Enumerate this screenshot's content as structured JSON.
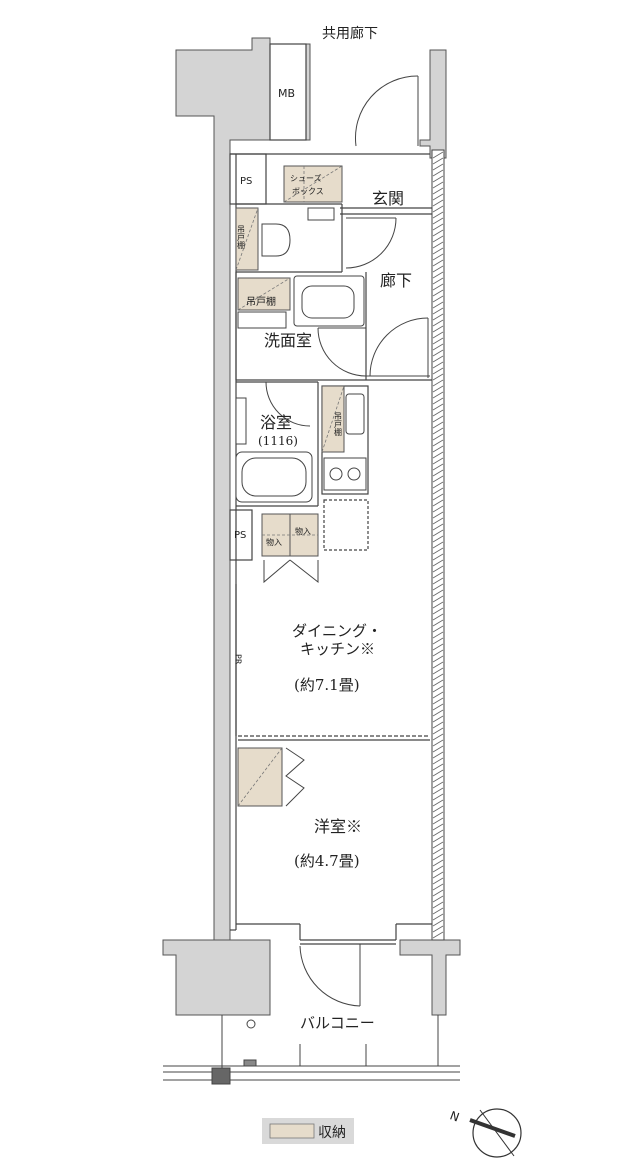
{
  "labels": {
    "corridor_common": "共用廊下",
    "mb": "MB",
    "ps_top": "PS",
    "shoe_box_line1": "シューズ",
    "shoe_box_line2": "ボックス",
    "entrance": "玄関",
    "hallway": "廊下",
    "hanging_shelf_toilet": "吊戸棚",
    "hanging_shelf_wash": "吊戸棚",
    "washroom": "洗面室",
    "bathroom": "浴室",
    "bath_size": "(1116)",
    "hanging_shelf_kitchen": "吊戸棚",
    "ps_mid": "PS",
    "storage_1": "物入",
    "storage_2": "物入",
    "pr": "PR",
    "dk_line1": "ダイニング・",
    "dk_line2": "キッチン※",
    "dk_area": "(約7.1畳)",
    "western_room": "洋室※",
    "western_area": "(約4.7畳)",
    "balcony": "バルコニー",
    "legend_storage": "収納",
    "north": "N"
  },
  "colors": {
    "wall_fill": "#d4d4d4",
    "wall_stroke": "#555555",
    "storage_fill": "#e6dccb",
    "line": "#444444",
    "legend_bg": "#d9d9d9"
  }
}
